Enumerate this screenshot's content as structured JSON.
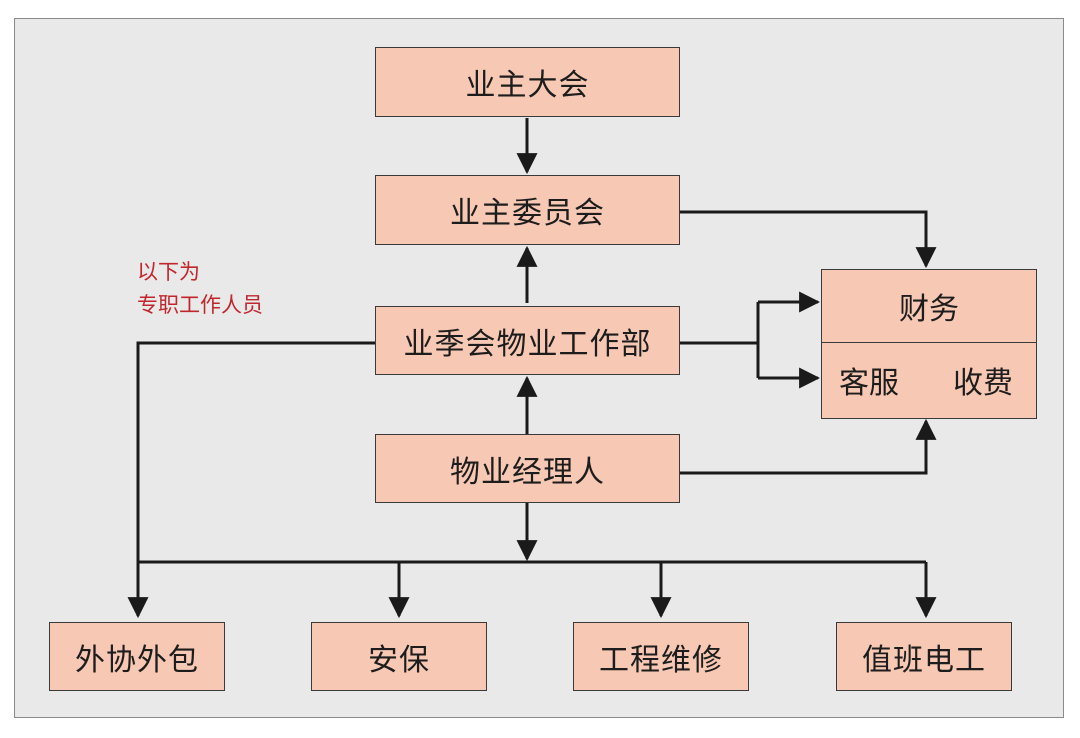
{
  "nodes": {
    "owners_assembly": "业主大会",
    "owners_committee": "业主委员会",
    "property_dept": "业季会物业工作部",
    "property_manager": "物业经理人",
    "outsourcing": "外协外包",
    "security": "安保",
    "engineering": "工程维修",
    "electrician": "值班电工"
  },
  "finance": {
    "title": "财务",
    "customer_service": "客服",
    "fee_collection": "收费"
  },
  "note": {
    "line1": "以下为",
    "line2": "专职工作人员"
  },
  "colors": {
    "box_fill": "#f7c8b4",
    "background": "#e9e9ea",
    "note_text": "#c0272d",
    "lines": "#1a1a1a"
  }
}
